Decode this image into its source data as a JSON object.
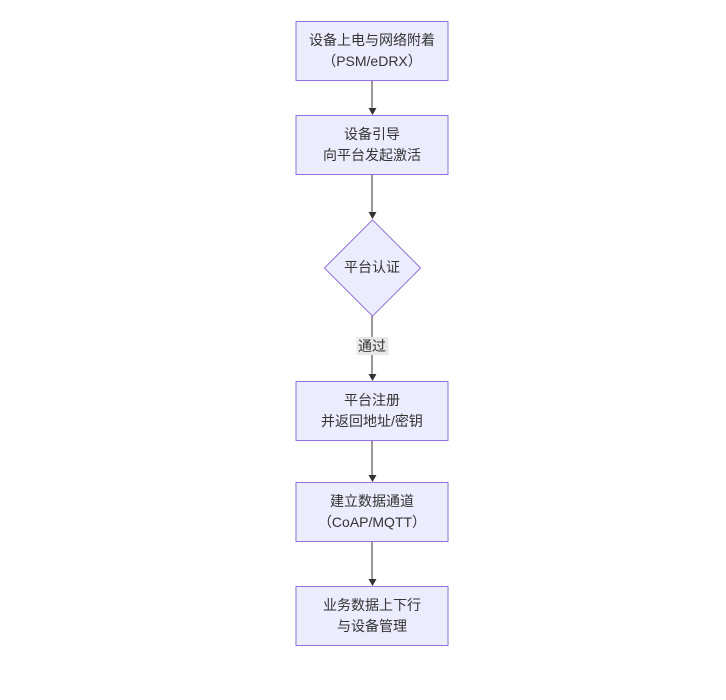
{
  "diagram": {
    "type": "flowchart-vertical",
    "colors": {
      "bg": "#ffffff",
      "node_fill": "#ECECFF",
      "node_border": "#9370DB",
      "text_color": "#333333",
      "line_color": "#333333",
      "edge_label_bg": "#e8e8e8"
    },
    "nodes": [
      {
        "id": "power-attach",
        "type": "rect",
        "text": "设备上电与网络附着\n（PSM/eDRX）"
      },
      {
        "id": "bootstrap",
        "type": "rect",
        "text": "设备引导\n向平台发起激活"
      },
      {
        "id": "platform-auth",
        "type": "diamond",
        "text": "平台认证"
      },
      {
        "id": "platform-register",
        "type": "rect",
        "text": "平台注册\n并返回地址/密钥"
      },
      {
        "id": "data-channel",
        "type": "rect",
        "text": "建立数据通道\n（CoAP/MQTT）"
      },
      {
        "id": "business-data",
        "type": "rect",
        "text": "业务数据上下行\n与设备管理"
      }
    ],
    "edges": [
      {
        "from": "power-attach",
        "to": "bootstrap",
        "label": ""
      },
      {
        "from": "bootstrap",
        "to": "platform-auth",
        "label": ""
      },
      {
        "from": "platform-auth",
        "to": "platform-register",
        "label": "通过"
      },
      {
        "from": "platform-register",
        "to": "data-channel",
        "label": ""
      },
      {
        "from": "data-channel",
        "to": "business-data",
        "label": ""
      }
    ]
  }
}
